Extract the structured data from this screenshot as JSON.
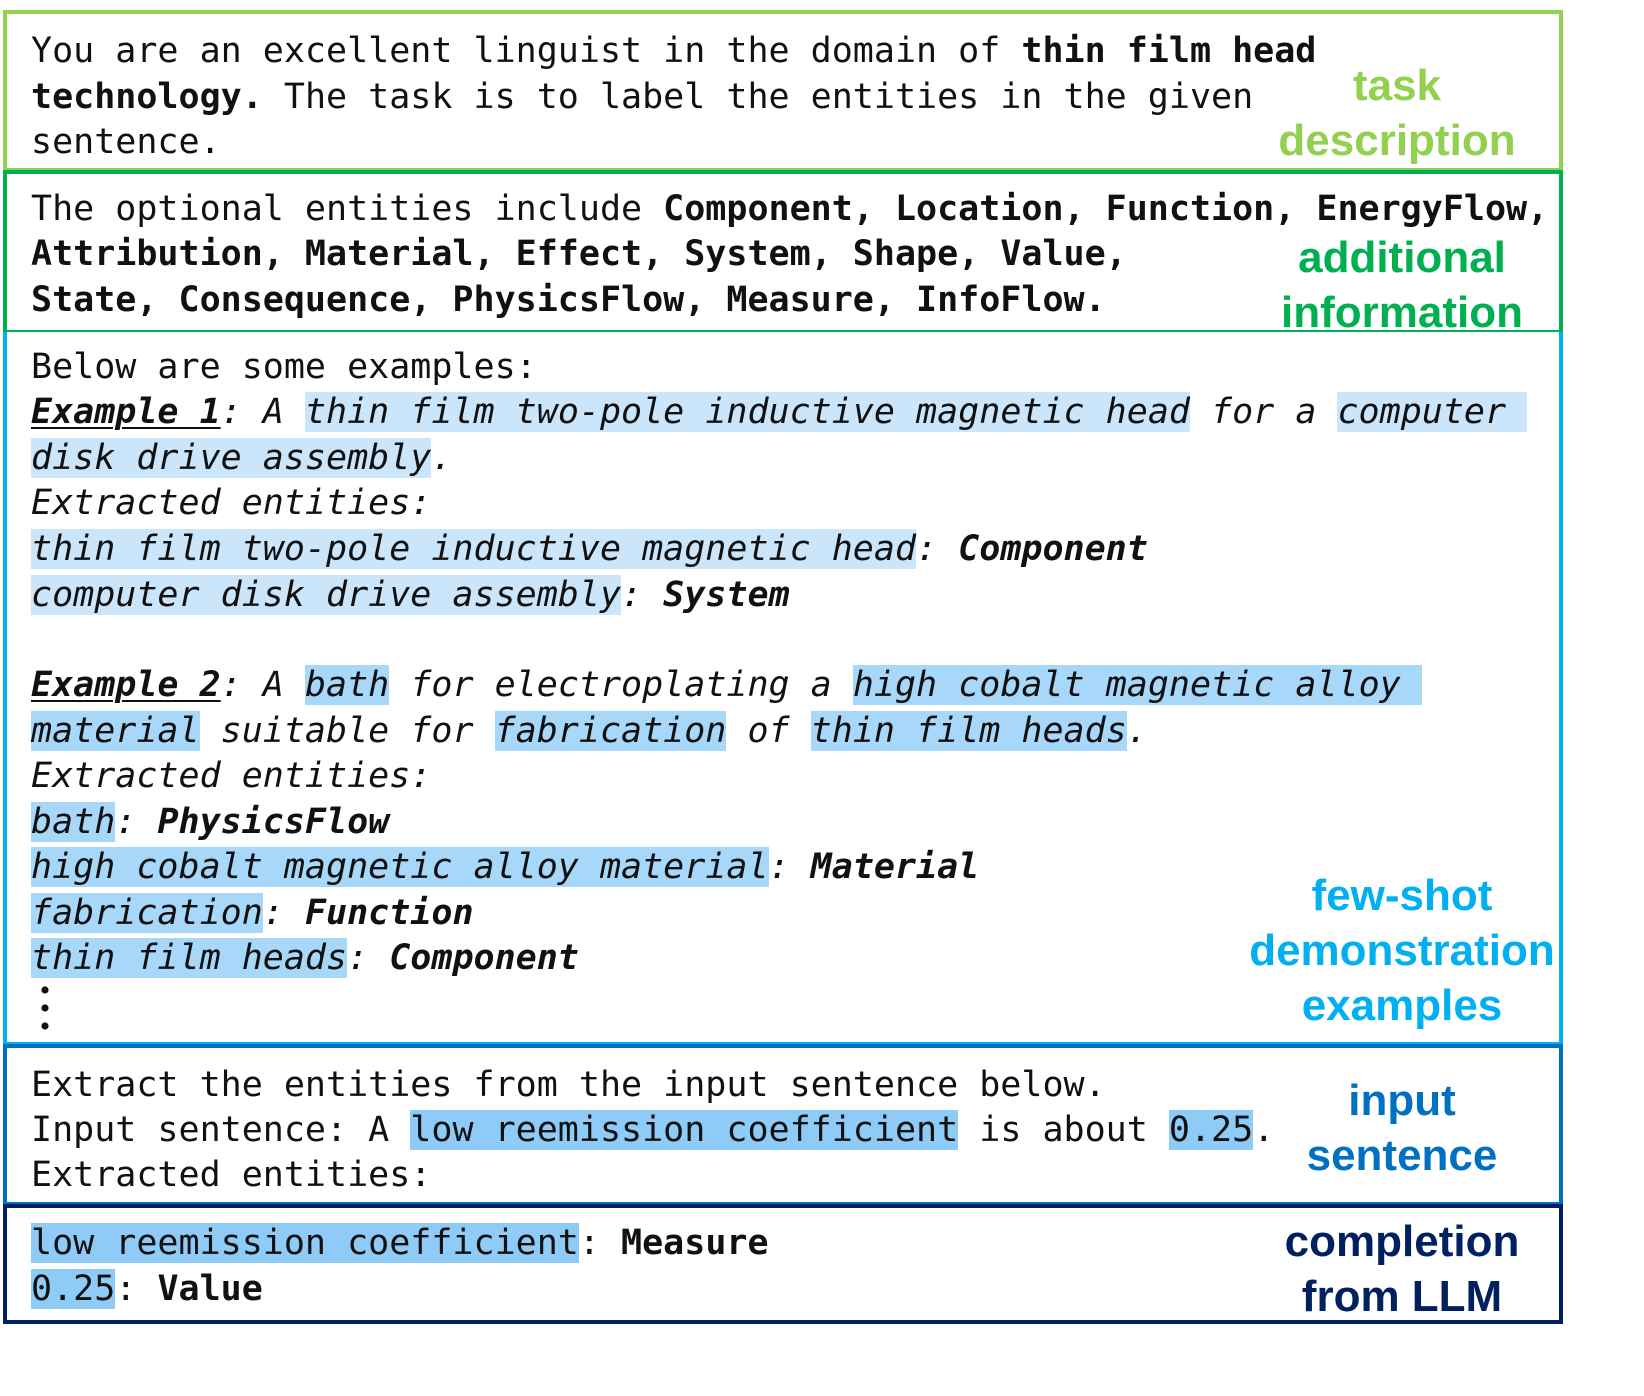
{
  "colors": {
    "task": "#92d050",
    "additional": "#00b050",
    "fewshot": "#00b0f0",
    "input": "#0070c0",
    "completion": "#002060",
    "highlight_light": "#cbe6fb",
    "highlight_mid": "#a7d8fa",
    "highlight_dark": "#8ecbf7"
  },
  "task": {
    "t1": "You are an excellent linguist in the domain of ",
    "t1b": "thin film head",
    "t2b": "technology.",
    "t2": " The task is to label the entities in the given",
    "t3": "sentence.",
    "label_1": "task",
    "label_2": "description"
  },
  "additional": {
    "t1": "The optional entities include ",
    "t1b": "Component, Location, Function, EnergyFlow,",
    "t2b": "Attribution, Material, Effect, System, Shape, Value,",
    "t3b": "State, Consequence, PhysicsFlow, Measure, InfoFlow.",
    "label_1": "additional",
    "label_2": "information"
  },
  "fewshot": {
    "intro": "Below are some examples:",
    "ex1_label": "Example 1",
    "ex1_colon": ": A ",
    "ex1_h1": "thin film two-pole inductive magnetic head",
    "ex1_mid": " for a ",
    "ex1_h2a": "computer ",
    "ex1_h2b": "disk drive assembly",
    "ex1_end": ".",
    "extracted": "Extracted entities:",
    "ex1_e1": "thin film two-pole inductive magnetic head",
    "ex1_e1_type": "Component",
    "ex1_e2": "computer disk drive assembly",
    "ex1_e2_type": "System",
    "ex2_label": "Example 2",
    "ex2_colon": ": A ",
    "ex2_h1": "bath",
    "ex2_m1": " for electroplating a ",
    "ex2_h2a": "high cobalt magnetic alloy ",
    "ex2_h2b": "material",
    "ex2_m2": " suitable for ",
    "ex2_h3": "fabrication",
    "ex2_m3": " of ",
    "ex2_h4": "thin film heads",
    "ex2_end": ".",
    "ex2_e1": "bath",
    "ex2_e1_type": "PhysicsFlow",
    "ex2_e2": "high cobalt magnetic alloy material",
    "ex2_e2_type": "Material",
    "ex2_e3": "fabrication",
    "ex2_e3_type": "Function",
    "ex2_e4": "thin film heads",
    "ex2_e4_type": "Component",
    "sep": ": ",
    "label_1": "few-shot",
    "label_2": "demonstration",
    "label_3": "examples"
  },
  "input": {
    "t1": "Extract the entities from the input sentence below.",
    "t2": "Input sentence: A ",
    "h1": "low reemission coefficient",
    "m1": " is about ",
    "h2": "0.25",
    "end": ".",
    "t3": "Extracted entities:",
    "label_1": "input",
    "label_2": "sentence"
  },
  "completion": {
    "h1": "low reemission coefficient",
    "sep": ": ",
    "type1": "Measure",
    "h2": "0.25",
    "type2": "Value",
    "label_1": "completion",
    "label_2": "from LLM"
  }
}
